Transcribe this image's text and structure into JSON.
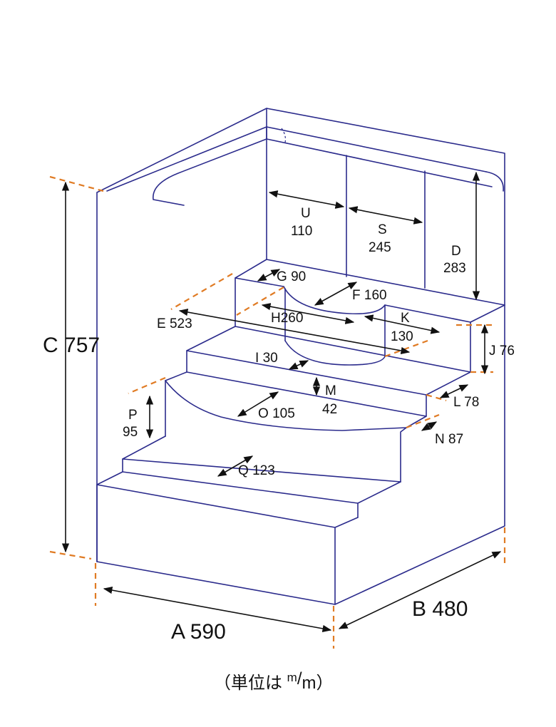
{
  "unit_note": {
    "prefix": "（単位は ",
    "sup": "m",
    "slash": "/",
    "sub": "m",
    "suffix": "）"
  },
  "dims": {
    "A": {
      "letter": "A",
      "value": "590"
    },
    "B": {
      "letter": "B",
      "value": "480"
    },
    "C": {
      "letter": "C",
      "value": "757"
    },
    "D": {
      "letter": "D",
      "value": "283"
    },
    "E": {
      "letter": "E",
      "value": "523"
    },
    "F": {
      "letter": "F",
      "value": "160"
    },
    "G": {
      "letter": "G",
      "value": "90"
    },
    "H": {
      "letter": "H",
      "value": "260"
    },
    "I": {
      "letter": "I",
      "value": "30"
    },
    "J": {
      "letter": "J",
      "value": "76"
    },
    "K": {
      "letter": "K",
      "value": "130"
    },
    "L": {
      "letter": "L",
      "value": "78"
    },
    "M": {
      "letter": "M",
      "value": "42"
    },
    "N": {
      "letter": "N",
      "value": "87"
    },
    "O": {
      "letter": "O",
      "value": "105"
    },
    "P": {
      "letter": "P",
      "value": "95"
    },
    "Q": {
      "letter": "Q",
      "value": "123"
    },
    "S": {
      "letter": "S",
      "value": "245"
    },
    "U": {
      "letter": "U",
      "value": "110"
    }
  },
  "colors": {
    "line": "#2b2b8c",
    "extension": "#e07b24",
    "arrow": "#111111"
  }
}
